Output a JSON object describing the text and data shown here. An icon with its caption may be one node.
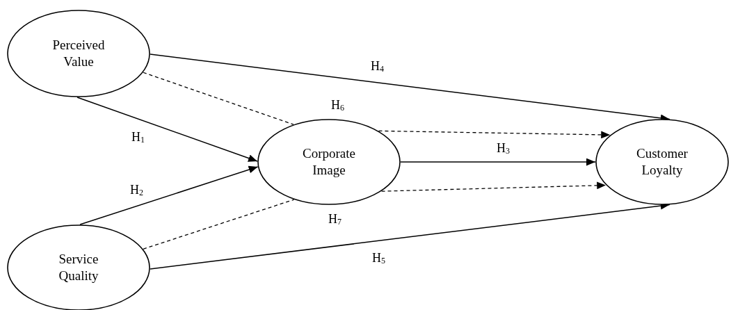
{
  "diagram": {
    "nodes": [
      {
        "text": [
          "Perceived Value"
        ]
      },
      {
        "text": [
          "Service Quality"
        ]
      },
      {
        "text": [
          "Corporate Image"
        ]
      },
      {
        "text": [
          "Customer Loyalty"
        ]
      }
    ],
    "edges": [
      {
        "from": 0,
        "to": 2,
        "arrow": "to",
        "label": "H$_{1}$"
      },
      {
        "from": 1,
        "to": 2,
        "arrow": "to",
        "label": "H$_{2}$"
      },
      {
        "from": 2,
        "to": 3,
        "arrow": "to",
        "label": "H$_{3}$"
      },
      {
        "from": 0,
        "to": 3,
        "arrow": "to",
        "label": "H$_{4}$"
      },
      {
        "from": 1,
        "to": 3,
        "arrow": "to",
        "label": "H$_{5}$"
      },
      {
        "from": 0,
        "to": 2,
        "arrow": "none",
        "style": "dashed"
      },
      {
        "from": 2,
        "to": 3,
        "arrow": "to",
        "style": "dashed"
      },
      {
        "from": 1,
        "to": 2,
        "arrow": "none",
        "style": "dashed"
      },
      {
        "from": 2,
        "to": 3,
        "arrow": "to",
        "style": "dashed"
      }
    ],
    "labels": [
      "H$_{6}$",
      "H$_{7}$"
    ]
  }
}
